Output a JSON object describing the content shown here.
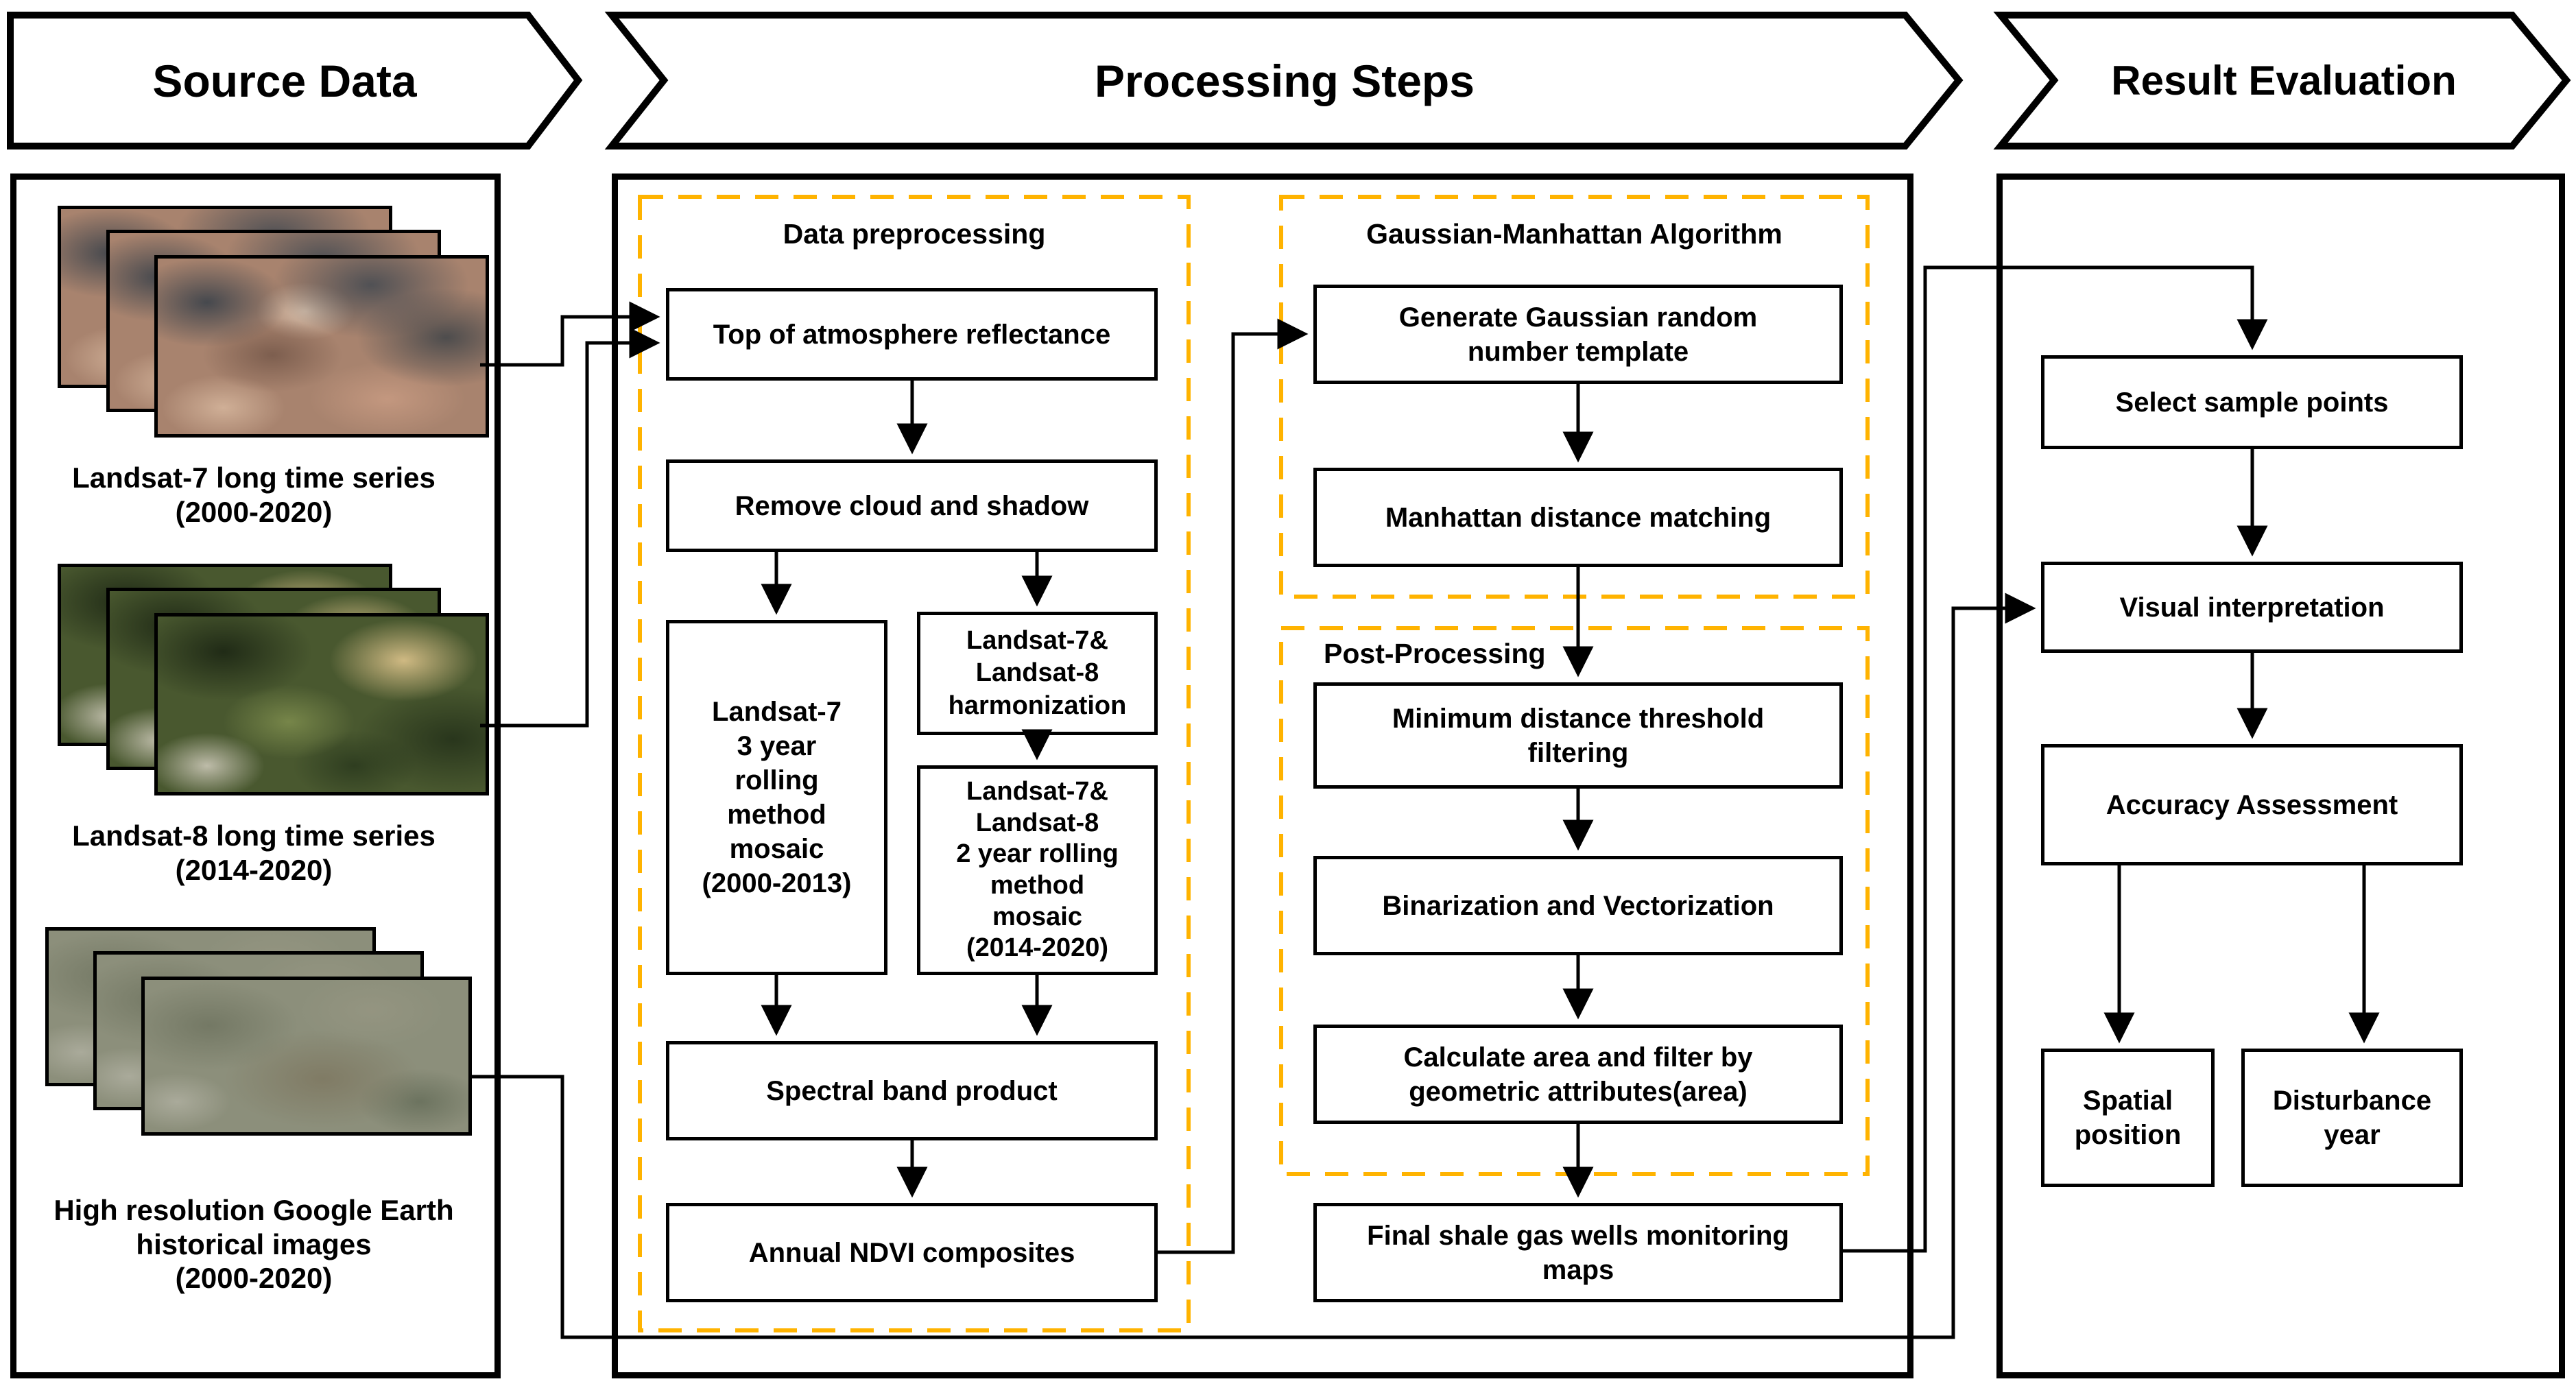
{
  "banners": {
    "source": "Source Data",
    "processing": "Processing Steps",
    "result": "Result Evaluation"
  },
  "source_panel": {
    "landsat7_caption": "Landsat-7 long time series\n(2000-2020)",
    "landsat8_caption": "Landsat-8 long time series\n(2014-2020)",
    "google_earth_caption": "High resolution Google Earth\nhistorical images\n(2000-2020)"
  },
  "preprocessing": {
    "title": "Data preprocessing",
    "toa": "Top of atmosphere reflectance",
    "remove_cloud": "Remove cloud and shadow",
    "l7_mosaic": "Landsat-7\n3 year\nrolling\nmethod\nmosaic\n(2000-2013)",
    "harmonization": "Landsat-7&\nLandsat-8\nharmonization",
    "two_year_mosaic": "Landsat-7&\nLandsat-8\n2 year rolling\nmethod\nmosaic\n(2014-2020)",
    "spectral": "Spectral band product",
    "ndvi": "Annual NDVI composites"
  },
  "gaussian_manhattan": {
    "title": "Gaussian-Manhattan Algorithm",
    "generate": "Generate Gaussian random\nnumber template",
    "matching": "Manhattan distance matching"
  },
  "post_processing": {
    "title": "Post-Processing",
    "min_distance": "Minimum distance threshold\nfiltering",
    "binarization": "Binarization and Vectorization",
    "calc_area": "Calculate area and filter by\ngeometric attributes(area)"
  },
  "final_maps": "Final shale gas wells monitoring\nmaps",
  "evaluation": {
    "select_points": "Select sample points",
    "visual": "Visual interpretation",
    "accuracy": "Accuracy Assessment",
    "spatial": "Spatial\nposition",
    "disturbance": "Disturbance\nyear"
  },
  "colors": {
    "dashed_border": "#FFB300",
    "line": "#000000",
    "box_border": "#000000",
    "background": "#FFFFFF"
  }
}
